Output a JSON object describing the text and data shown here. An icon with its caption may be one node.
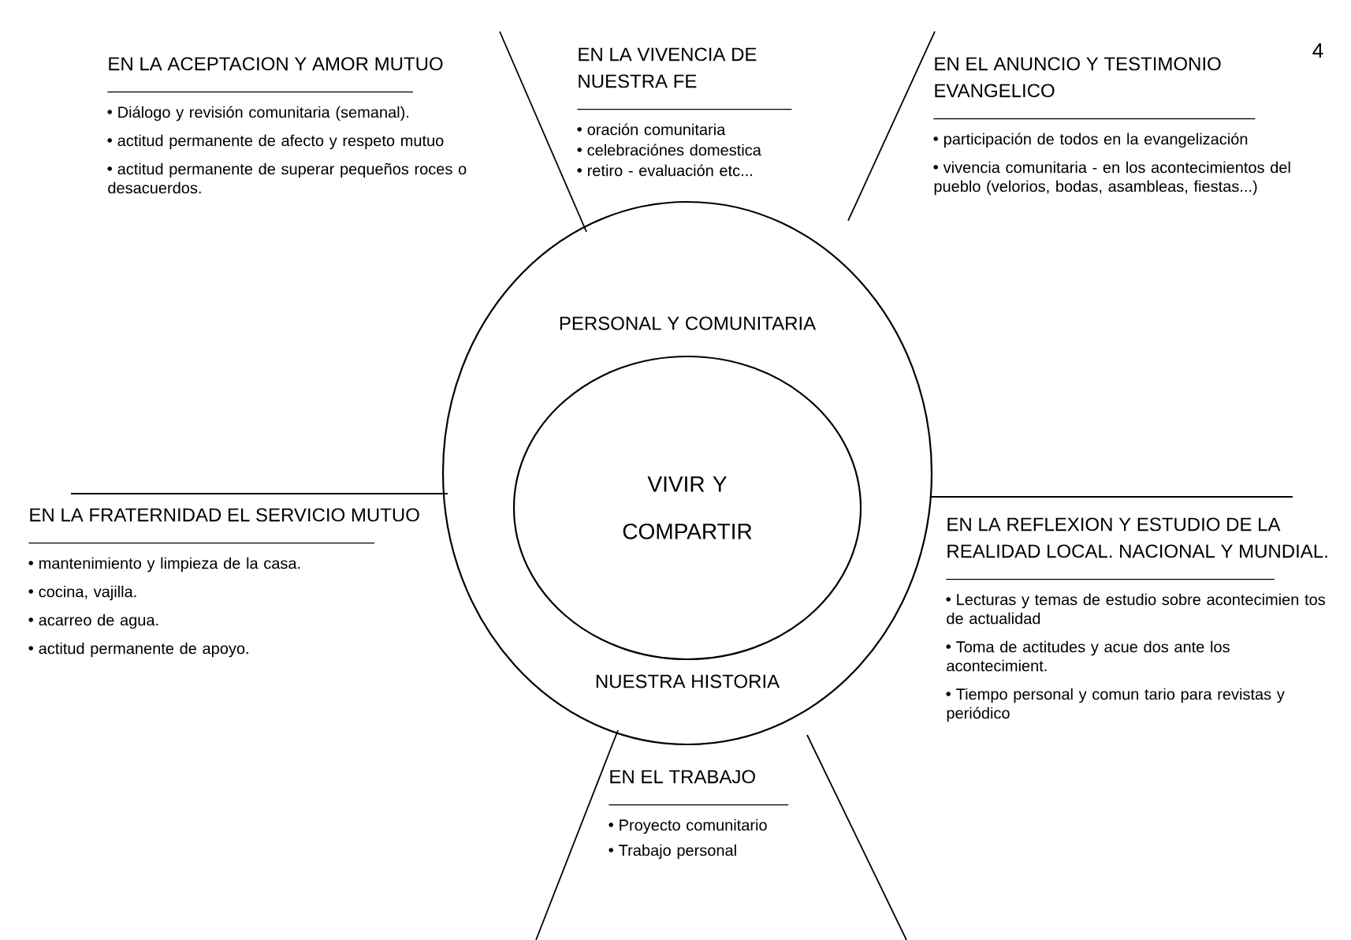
{
  "diagram": {
    "nodes": [
      {
        "text": [
          "PERSONAL Y COMUNITARIA",
          "NUESTRA HISTORIA"
        ]
      },
      {
        "text": [
          "VIVIR Y COMPARTIR"
        ],
        "in": 0
      },
      {
        "text": [
          "EN LA ACEPTACION Y AMOR MUTUO",
          "Diálogo y revisión comunitaria (semanal).",
          "actitud permanente de afecto y respeto mutuo",
          "actitud permanente de superar pequeños roces o desacuerdos."
        ]
      },
      {
        "text": [
          "EN LA VIVENCIA DE NUESTRA FE",
          "oración comunitaria",
          "celebraciónes domestica",
          "retiro - evaluación etc..."
        ]
      },
      {
        "text": [
          "EN EL ANUNCIO Y TESTIMONIO EVANGELICO",
          "participación de todos en la evangelización",
          "vivencia comunitaria - en los acontecimientos del pueblo (velorios, bodas, asambleas, fiestas...)"
        ]
      },
      {
        "text": [
          "EN LA FRATERNIDAD EL SERVICIO MUTUO",
          "mantenimiento y limpieza de la casa.",
          "cocina, vajilla.",
          "acarreo de agua.",
          "actitud permanente de apoyo."
        ]
      },
      {
        "text": [
          "EN EL TRABAJO",
          "Proyecto comunitario",
          "Trabajo personal"
        ]
      },
      {
        "text": [
          "EN LA REFLEXION Y ESTUDIO DE LA REALIDAD LOCAL. NACIONAL Y MUNDIAL.",
          "Lecturas y temas de estudio sobre acontecimien tos de actualidad",
          "Toma de actitudes y acue dos ante los acontecimient.",
          "Tiempo personal y comun tario para revistas y periódico"
        ]
      }
    ],
    "labels": [
      "4"
    ]
  }
}
